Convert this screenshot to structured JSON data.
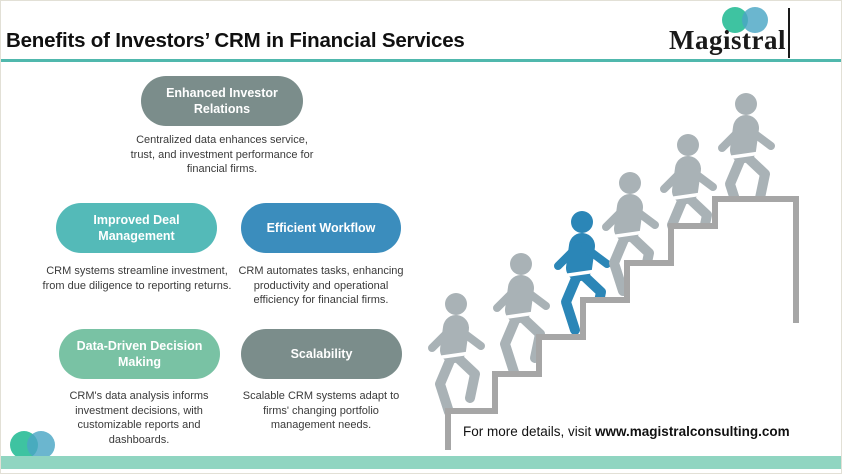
{
  "page": {
    "title": "Benefits of Investors’ CRM in Financial Services"
  },
  "logo": {
    "name": "Magistral",
    "circle_left_color": "#3ec3a1",
    "circle_right_color": "#4ba6c4"
  },
  "benefits": [
    {
      "label": "Enhanced Investor Relations",
      "description": "Centralized data enhances service, trust, and investment performance for financial firms.",
      "color": "#7b8d8b"
    },
    {
      "label": "Improved Deal Management",
      "description": "CRM systems streamline investment, from due diligence to reporting returns.",
      "color": "#54bab8"
    },
    {
      "label": "Efficient Workflow",
      "description": "CRM automates tasks, enhancing productivity and operational efficiency for financial firms.",
      "color": "#3b8dbd"
    },
    {
      "label": "Data-Driven Decision Making",
      "description": "CRM's data analysis informs investment decisions, with customizable reports and dashboards.",
      "color": "#79c2a4"
    },
    {
      "label": "Scalability",
      "description": "Scalable CRM systems adapt to firms' changing portfolio management needs.",
      "color": "#7b8d8b"
    }
  ],
  "illustration": {
    "name": "people-climbing-stairs",
    "figures_total": 6,
    "highlighted_figure_index": 3,
    "figure_color": "#a9b2b6",
    "highlight_figure_color": "#2b86b7",
    "stairs_color": "#a6a6a6"
  },
  "footer": {
    "prefix": "For more details, visit ",
    "url": "www.magistralconsulting.com"
  },
  "theme": {
    "underline_color": "#50b8ad",
    "bottom_bar_color": "#90d5c1"
  }
}
